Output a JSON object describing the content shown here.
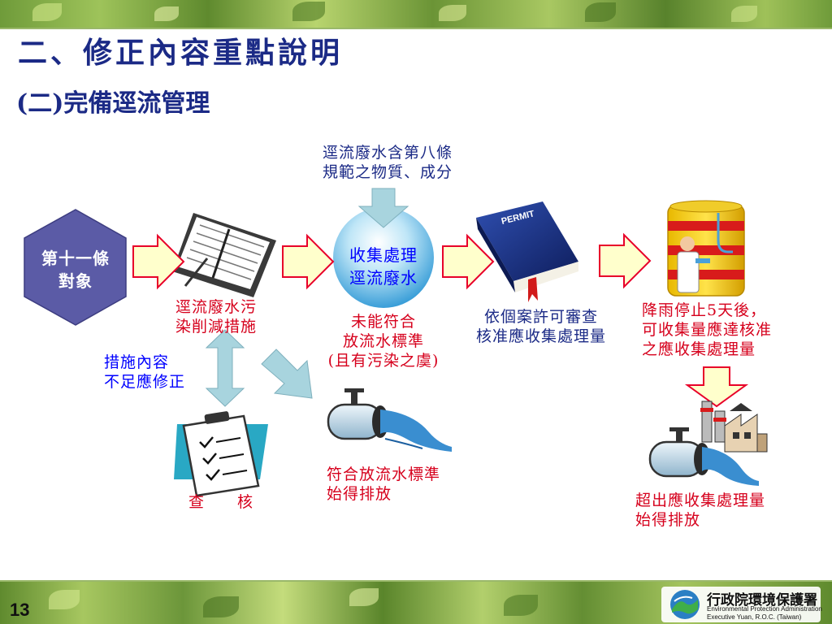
{
  "title": "二、修正內容重點說明",
  "subtitle": "(二)完備逕流管理",
  "labels": {
    "input_note_line1": "逕流廢水含第八條",
    "input_note_line2": "規範之物質、成分",
    "article_line1": "第十一條",
    "article_line2": "對象",
    "collect_line1": "收集處理",
    "collect_line2": "逕流廢水",
    "measures_line1": "逕流廢水污",
    "measures_line2": "染削減措施",
    "noncompliant_line1": "未能符合",
    "noncompliant_line2": "放流水標準",
    "noncompliant_line3": "(且有污染之虞)",
    "permit_line1": "依個案許可審查",
    "permit_line2": "核准應收集處理量",
    "rain_line1": "降雨停止5天後，",
    "rain_line2": "可收集量應達核准",
    "rain_line3": "之應收集處理量",
    "insufficient_line1": "措施內容",
    "insufficient_line2": "不足應修正",
    "compliant_line1": "符合放流水標準",
    "compliant_line2": "始得排放",
    "inspection": "查　　核",
    "excess_line1": "超出應收集處理量",
    "excess_line2": "始得排放",
    "permit_book": "PERMIT"
  },
  "footer": {
    "page_number": "13",
    "org_cn": "行政院環境保護署",
    "org_en_line1": "Environmental Protection Administration",
    "org_en_line2": "Executive Yuan, R.O.C. (Taiwan)"
  },
  "icons": {
    "hexagon": "article-hexagon",
    "notebook": "notebook-icon",
    "permit": "permit-book-icon",
    "drum": "chemist-drum-icon",
    "clipboard": "clipboard-icon",
    "pipe": "outflow-pipe-icon",
    "factory": "factory-icon"
  },
  "colors": {
    "title": "#1b2a86",
    "red_text": "#d6001c",
    "blue_text": "#0000ff",
    "arrow_fill": "#ffffcc",
    "arrow_stroke": "#e8002a",
    "hexagon": "#5b5ba6",
    "sky_arrow": "#a8d4de"
  }
}
